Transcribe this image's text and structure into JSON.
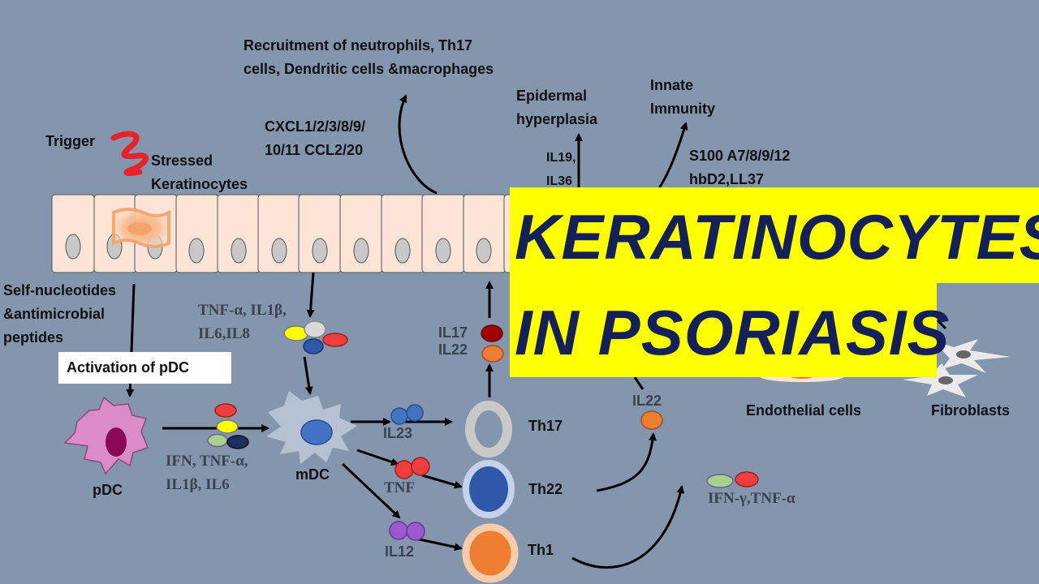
{
  "labels": {
    "recruitment": "Recruitment of neutrophils, Th17\ncells, Dendritic cells &macrophages",
    "epidermal": "Epidermal\nhyperplasia",
    "innate": "Innate\nImmunity",
    "trigger": "Trigger",
    "stressed": "Stressed\nKeratinocytes",
    "cxcl": "CXCL1/2/3/8/9/\n10/11 CCL2/20",
    "il19": "IL19,\nIL36",
    "s100": "S100 A7/8/9/12\nhbD2,LL37",
    "self_nucleotides": "Self-nucleotides\n&antimicrobial\npeptides",
    "activation": "Activation of pDC",
    "pdc": "pDC",
    "mdc": "mDC",
    "tnf_il1b": "TNF-α, IL1β,\nIL6,IL8",
    "ifn_group": "IFN, TNF-α,\nIL1β, IL6",
    "il23": "IL23",
    "tnf": "TNF",
    "il12": "IL12",
    "il17": "IL17",
    "il22_left": "IL22",
    "th17": "Th17",
    "th22": "Th22",
    "th1": "Th1",
    "il22_right": "IL22",
    "ifn_gamma": "IFN-γ,TNF-α",
    "endothelial": "Endothelial cells",
    "fibroblasts": "Fibroblasts"
  },
  "title": {
    "line1": "KERATINOCYTES",
    "line2": "IN PSORIASIS"
  },
  "colors": {
    "background": "#8496ae",
    "banner": "#ffff00",
    "title_text": "#14205a",
    "trigger_squiggle": "#e8222a",
    "keratinocyte": "#fce4d6",
    "nucleus": "#c8c8c8",
    "pdc": "#d98cc6",
    "mdc": "#4472c4",
    "th17": "#c9c9c9",
    "th22": "#2f58a8",
    "th1": "#ed7d31"
  }
}
